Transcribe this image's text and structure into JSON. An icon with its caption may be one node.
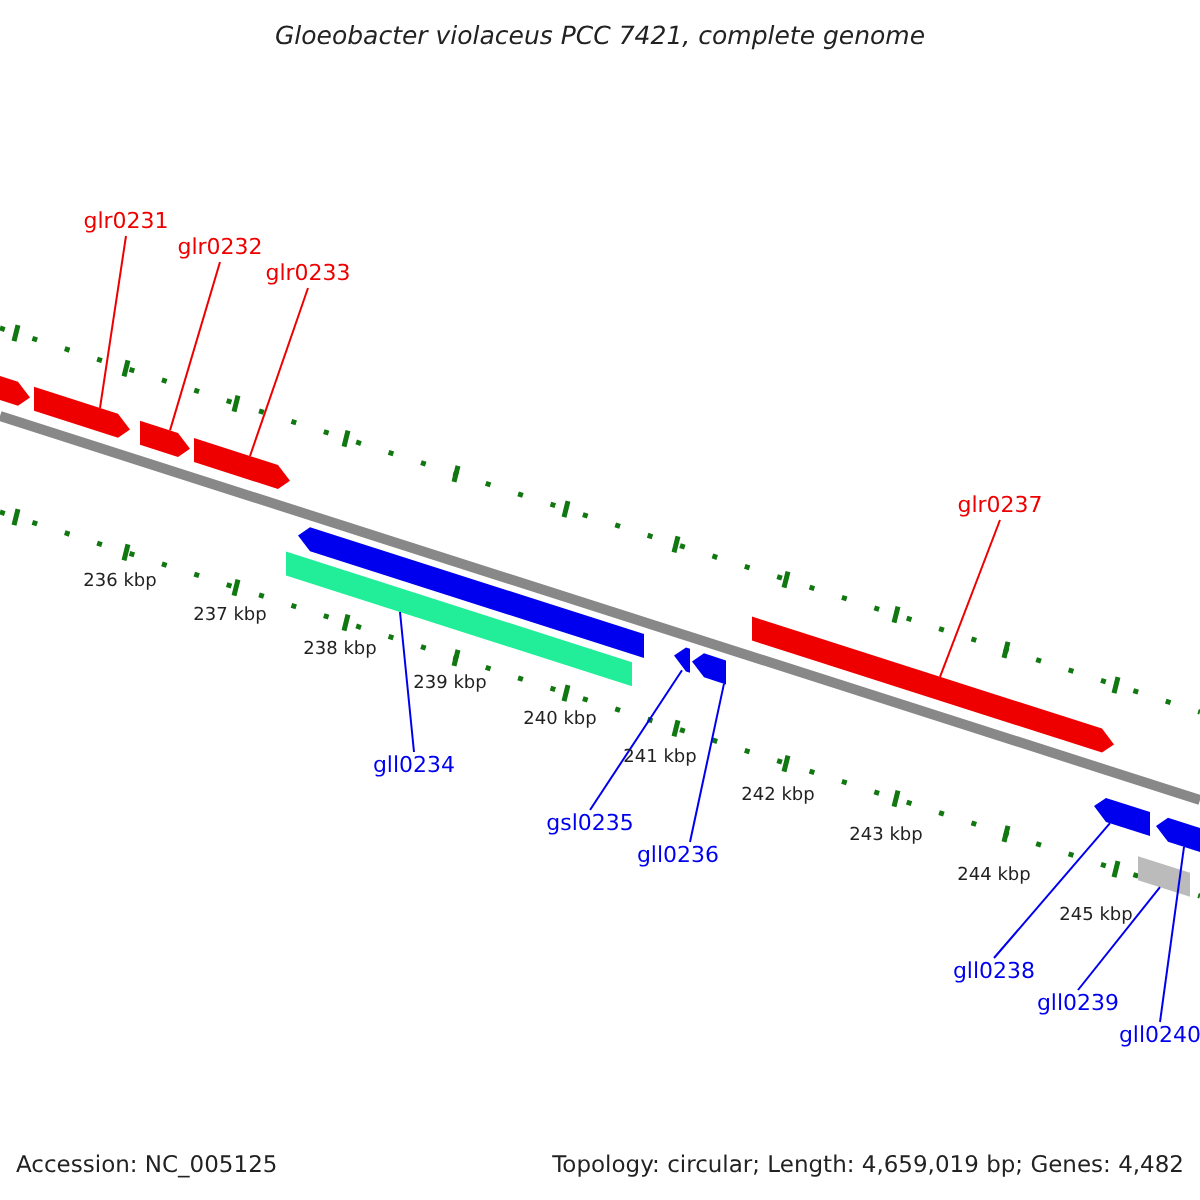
{
  "diagram": {
    "title": "Gloeobacter violaceus PCC 7421, complete genome",
    "nodes": [
      {
        "text": [
          "glr0231"
        ]
      },
      {
        "text": [
          "glr0232"
        ]
      },
      {
        "text": [
          "glr0233"
        ]
      },
      {
        "text": [
          "glr0237"
        ]
      },
      {
        "text": [
          "gll0234"
        ]
      },
      {
        "text": [
          "gsl0235"
        ]
      },
      {
        "text": [
          "gll0236"
        ]
      },
      {
        "text": [
          "gll0238"
        ]
      },
      {
        "text": [
          "gll0239"
        ]
      },
      {
        "text": [
          "gll0240"
        ]
      },
      {
        "text": [],
        "shape": "arrow"
      },
      {
        "text": [],
        "shape": "arrow"
      },
      {
        "text": [],
        "shape": "arrow"
      },
      {
        "text": [],
        "shape": "arrow"
      },
      {
        "text": [],
        "shape": "arrow"
      },
      {
        "text": [],
        "shape": "arrow"
      },
      {
        "text": [],
        "shape": "bar"
      },
      {
        "text": [],
        "shape": "arrow"
      },
      {
        "text": [],
        "shape": "arrow"
      },
      {
        "text": [],
        "shape": "arrow"
      },
      {
        "text": [],
        "shape": "bar"
      },
      {
        "text": [],
        "shape": "arrow"
      }
    ],
    "edges": [
      {
        "from": 0,
        "to": 11,
        "arrow": "none",
        "color": "#ee0000"
      },
      {
        "from": 1,
        "to": 12,
        "arrow": "none",
        "color": "#ee0000"
      },
      {
        "from": 2,
        "to": 13,
        "arrow": "none",
        "color": "#ee0000"
      },
      {
        "from": 3,
        "to": 14,
        "arrow": "none",
        "color": "#ee0000"
      },
      {
        "from": 4,
        "to": 16,
        "arrow": "none"
      },
      {
        "from": 5,
        "to": 17,
        "arrow": "none"
      },
      {
        "from": 6,
        "to": 18,
        "arrow": "none"
      },
      {
        "from": 7,
        "to": 19,
        "arrow": "none"
      },
      {
        "from": 8,
        "to": 20,
        "arrow": "none"
      },
      {
        "from": 9,
        "to": 21,
        "arrow": "none"
      }
    ],
    "labels": [
      "236 kbp",
      "237 kbp",
      "238 kbp",
      "239 kbp",
      "240 kbp",
      "241 kbp",
      "242 kbp",
      "243 kbp",
      "244 kbp",
      "245 kbp",
      "Accession: NC_005125",
      "Topology: circular; Length: 4,659,019 bp; Genes: 4,482"
    ]
  }
}
